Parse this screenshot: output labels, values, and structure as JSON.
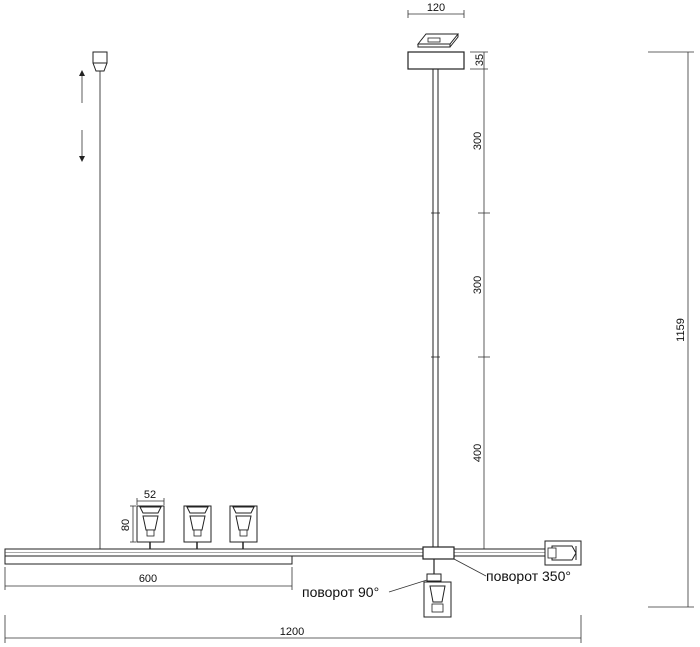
{
  "dimensions": {
    "canopy_width": "120",
    "canopy_height": "35",
    "rod_segment_1": "300",
    "rod_segment_2": "300",
    "rod_segment_3": "400",
    "total_height": "1159",
    "spot_width": "52",
    "spot_height": "80",
    "short_bar_length": "600",
    "total_length": "1200"
  },
  "notes": {
    "rotation_90": "поворот 90°",
    "rotation_350": "поворот 350°"
  }
}
